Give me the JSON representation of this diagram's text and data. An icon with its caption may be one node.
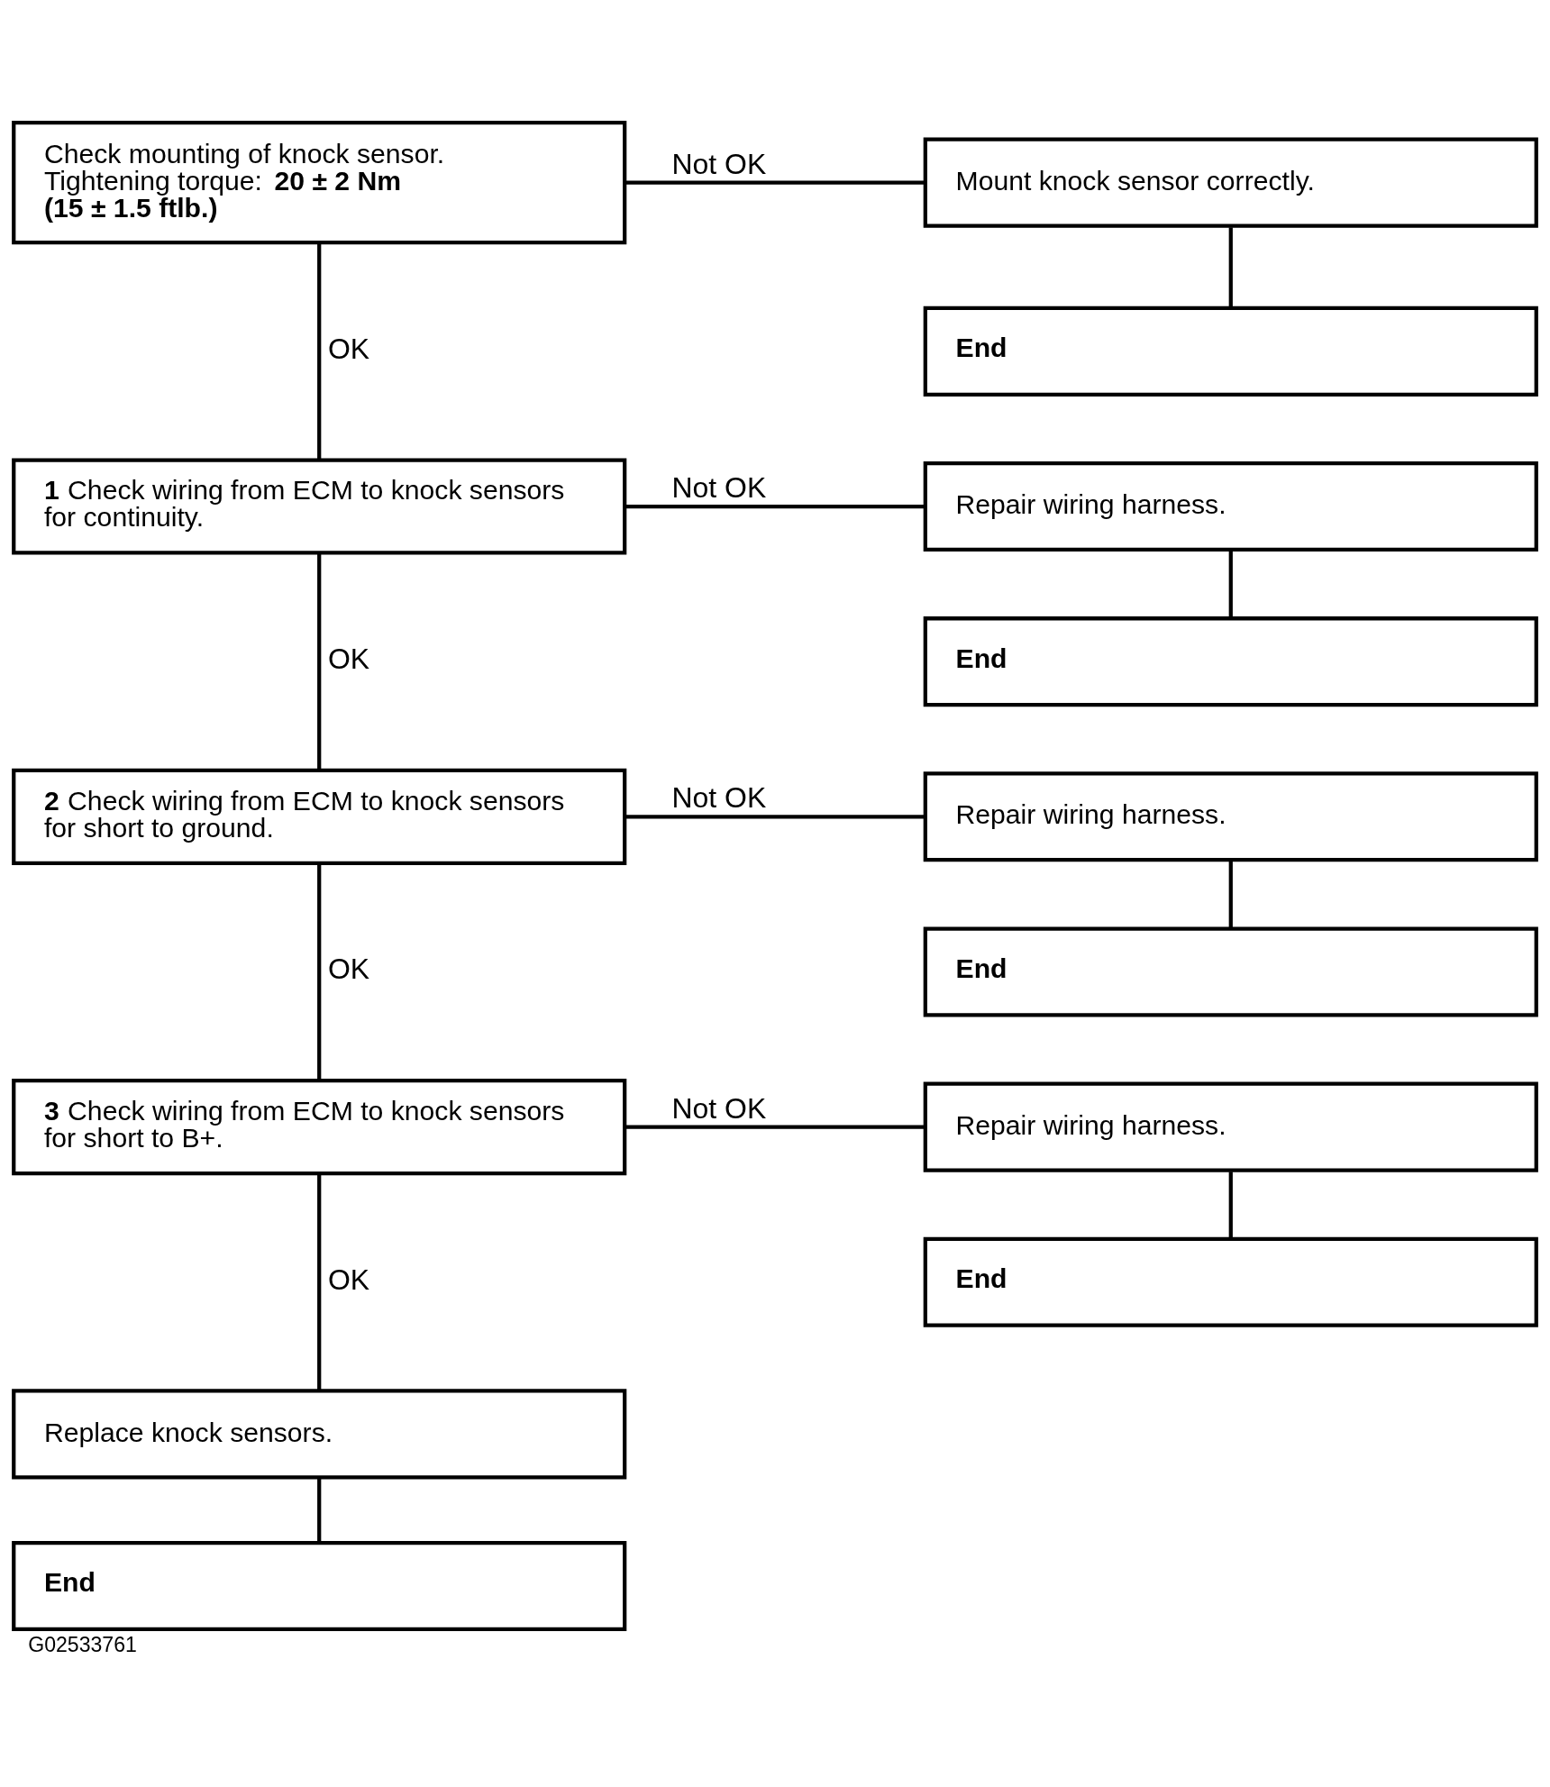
{
  "diagram": {
    "caption": "G02533761",
    "nodes": [
      {
        "text": [
          "Check mounting of knock sensor.",
          "Tightening torque: **20 ± 2 Nm (15 ± 1.5 ftlb.)**"
        ]
      },
      {
        "text": [
          "Mount knock sensor correctly."
        ]
      },
      {
        "text": [
          "End"
        ]
      },
      {
        "text": [
          "**1** Check wiring from ECM to knock sensors for continuity."
        ]
      },
      {
        "text": [
          "Repair wiring harness."
        ]
      },
      {
        "text": [
          "End"
        ]
      },
      {
        "text": [
          "**2** Check wiring from ECM to knock sensors for short to ground."
        ]
      },
      {
        "text": [
          "Repair wiring harness."
        ]
      },
      {
        "text": [
          "End"
        ]
      },
      {
        "text": [
          "**3** Check wiring from ECM to knock sensors for short to B+."
        ]
      },
      {
        "text": [
          "Repair wiring harness."
        ]
      },
      {
        "text": [
          "End"
        ]
      },
      {
        "text": [
          "Replace knock sensors."
        ]
      },
      {
        "text": [
          "End"
        ]
      }
    ],
    "edges": [
      {
        "from": 0,
        "to": 1,
        "arrow": "none",
        "label": "Not OK"
      },
      {
        "from": 1,
        "to": 2,
        "arrow": "none"
      },
      {
        "from": 0,
        "to": 3,
        "arrow": "none",
        "label": "OK"
      },
      {
        "from": 3,
        "to": 4,
        "arrow": "none",
        "label": "Not OK"
      },
      {
        "from": 4,
        "to": 5,
        "arrow": "none"
      },
      {
        "from": 3,
        "to": 6,
        "arrow": "none",
        "label": "OK"
      },
      {
        "from": 6,
        "to": 7,
        "arrow": "none",
        "label": "Not OK"
      },
      {
        "from": 7,
        "to": 8,
        "arrow": "none"
      },
      {
        "from": 6,
        "to": 9,
        "arrow": "none",
        "label": "OK"
      },
      {
        "from": 9,
        "to": 10,
        "arrow": "none",
        "label": "Not OK"
      },
      {
        "from": 10,
        "to": 11,
        "arrow": "none"
      },
      {
        "from": 9,
        "to": 12,
        "arrow": "none",
        "label": "OK"
      },
      {
        "from": 12,
        "to": 13,
        "arrow": "none"
      }
    ]
  }
}
